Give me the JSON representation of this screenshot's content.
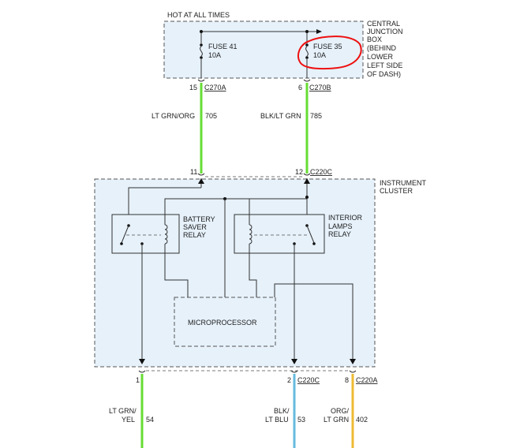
{
  "colors": {
    "lt_grn": "#66dd33",
    "lt_blu": "#66bbdd",
    "org": "#eebb33",
    "highlight": "#ee1111",
    "box_fill": "#e6f1fa"
  },
  "header": {
    "hot_at_all_times": "HOT AT ALL TIMES"
  },
  "junction_box": {
    "label_lines": [
      "CENTRAL",
      "JUNCTION",
      "BOX",
      "(BEHIND",
      "LOWER",
      "LEFT SIDE",
      "OF DASH)"
    ],
    "fuses": [
      {
        "name": "FUSE 41",
        "rating": "10A"
      },
      {
        "name": "FUSE 35",
        "rating": "10A"
      }
    ]
  },
  "connectors": {
    "top_left": {
      "pin": "15",
      "name": "C270A"
    },
    "top_right": {
      "pin": "6",
      "name": "C270B"
    },
    "mid_left": {
      "pin": "11"
    },
    "mid_right": {
      "pin": "12",
      "name": "C220C"
    },
    "bot_left": {
      "pin": "1"
    },
    "bot_mid": {
      "pin": "2",
      "name": "C220C"
    },
    "bot_right": {
      "pin": "8",
      "name": "C220A"
    }
  },
  "wires": {
    "left_top": {
      "color": "LT GRN/ORG",
      "circuit": "705"
    },
    "right_top": {
      "color": "BLK/LT GRN",
      "circuit": "785"
    },
    "bot_left": {
      "color_lines": [
        "LT GRN/",
        "YEL"
      ],
      "circuit": "54"
    },
    "bot_mid": {
      "color_lines": [
        "BLK/",
        "LT BLU"
      ],
      "circuit": "53"
    },
    "bot_right": {
      "color_lines": [
        "ORG/",
        "LT GRN"
      ],
      "circuit": "402"
    }
  },
  "cluster": {
    "label_lines": [
      "INSTRUMENT",
      "CLUSTER"
    ],
    "battery_saver_relay": [
      "BATTERY",
      "SAVER",
      "RELAY"
    ],
    "interior_lamps_relay": [
      "INTERIOR",
      "LAMPS",
      "RELAY"
    ],
    "microprocessor": "MICROPROCESSOR"
  }
}
